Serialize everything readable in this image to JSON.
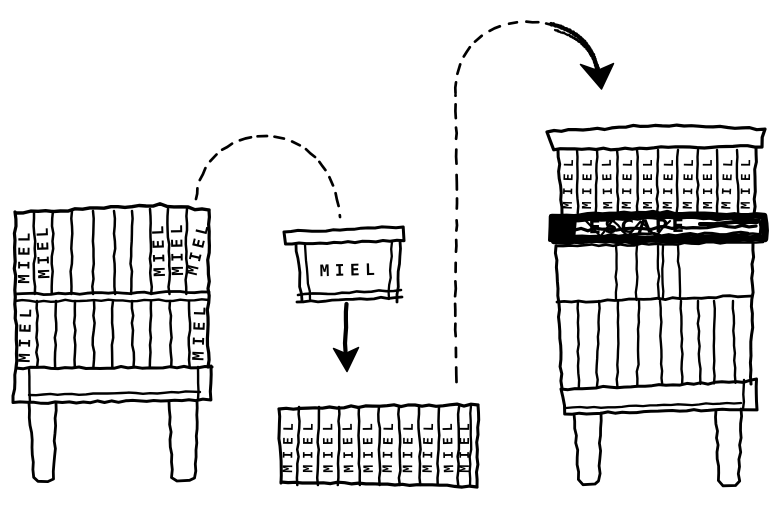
{
  "figure": {
    "background_color": "#ffffff",
    "ink_color": "#000000",
    "kind": "hand-drawn beekeeping diagram"
  },
  "left_hive": {
    "top_row_labels": [
      "MIEL",
      "MIEL",
      "MIEL",
      "MIEL",
      "MIEL"
    ],
    "bottom_row_labels": [
      "MIEL",
      "MIEL"
    ]
  },
  "single_frame": {
    "label": "MIEL"
  },
  "extracted_frames": {
    "labels": [
      "MIEL",
      "MIEL",
      "MIEL",
      "MIEL",
      "MIEL",
      "MIEL",
      "MIEL",
      "MIEL",
      "MIEL",
      "MIEL"
    ]
  },
  "right_hive": {
    "super_labels": [
      "MIEL",
      "MIEL",
      "MIEL",
      "MIEL",
      "MIEL",
      "MIEL",
      "MIEL",
      "MIEL",
      "MIEL",
      "MIEL"
    ],
    "escape_label": "ESCAPE"
  }
}
